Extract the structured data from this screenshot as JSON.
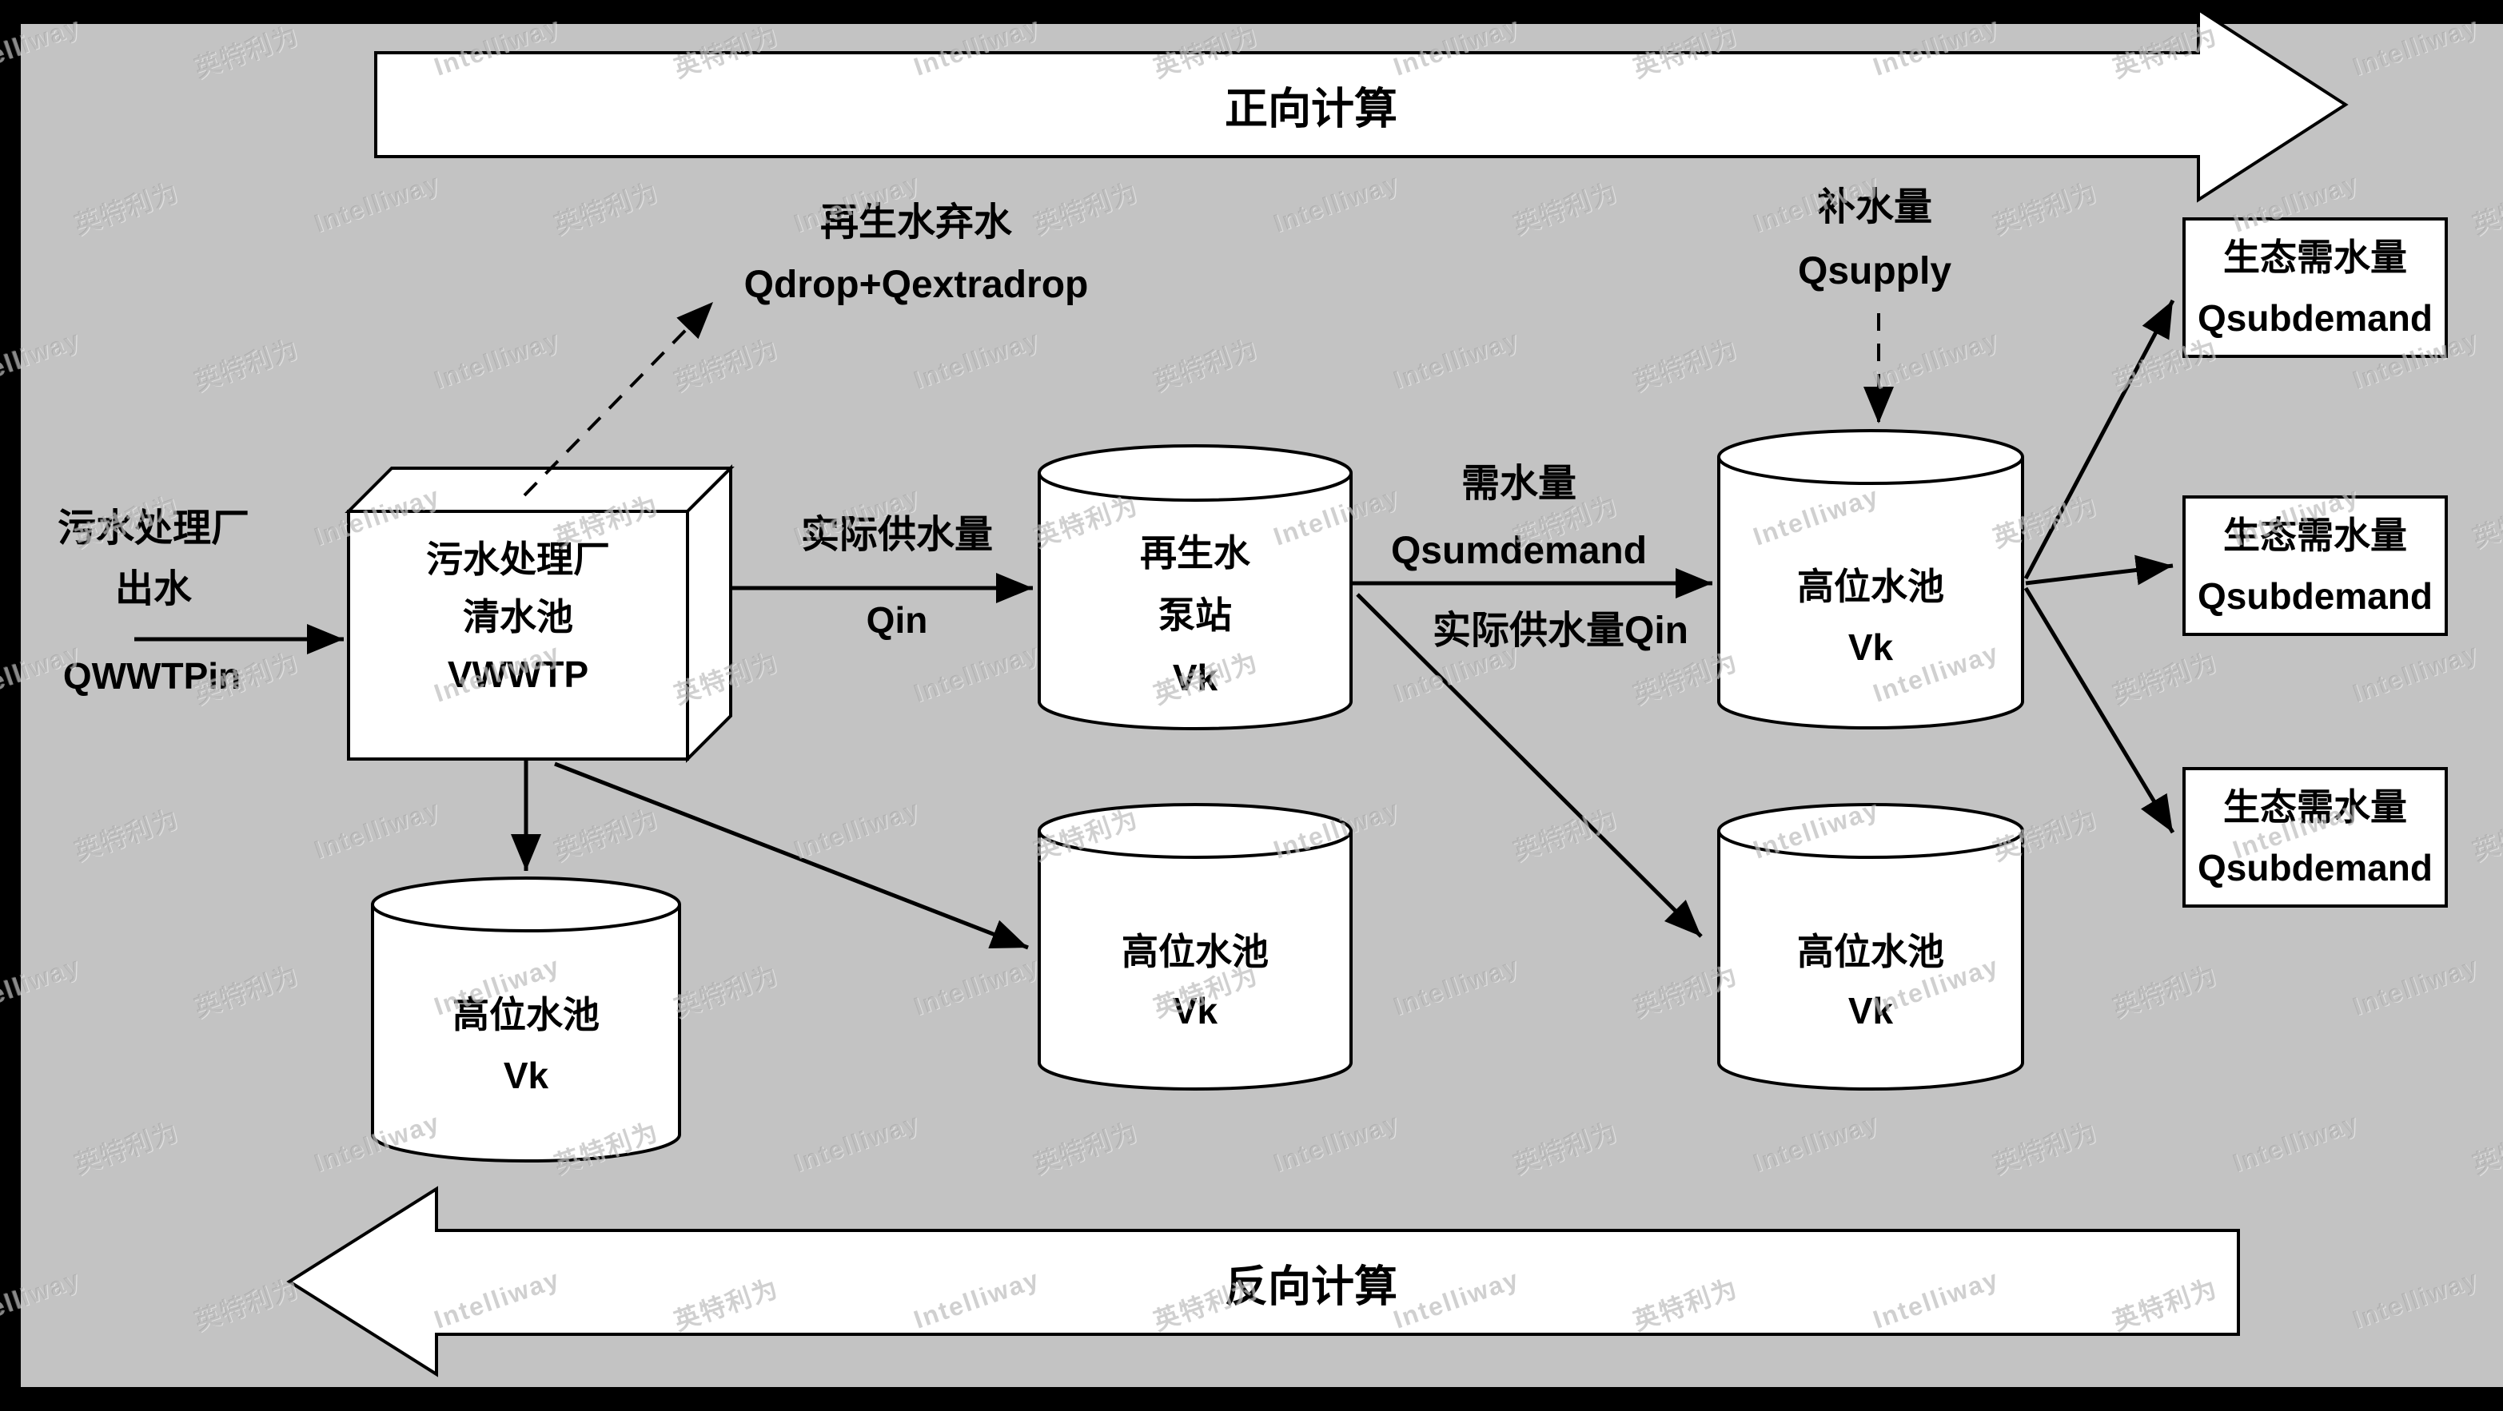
{
  "banners": {
    "forward": "正向计算",
    "backward": "反向计算"
  },
  "source": {
    "line1": "污水处理厂",
    "line2": "出水",
    "flow_var": "QWWTPin"
  },
  "wwtp_tank": {
    "line1": "污水处理厂",
    "line2": "清水池",
    "volume_var": "VWWTP"
  },
  "drop_label": {
    "line1": "再生水弃水",
    "line2": "Qdrop+Qextradrop"
  },
  "supply_to_pump": {
    "line1": "实际供水量",
    "line2": "Qin"
  },
  "pump_station": {
    "line1": "再生水",
    "line2": "泵站",
    "volume_var": "Vk"
  },
  "pump_to_tank": {
    "demand_cn": "需水量",
    "demand_var": "Qsumdemand",
    "actual_cn": "实际供水量Qin"
  },
  "replenish": {
    "line1": "补水量",
    "line2": "Qsupply"
  },
  "high_tank_main": {
    "name": "高位水池",
    "volume_var": "Vk"
  },
  "high_tank_left": {
    "name": "高位水池",
    "volume_var": "Vk"
  },
  "high_tank_mid": {
    "name": "高位水池",
    "volume_var": "Vk"
  },
  "high_tank_right": {
    "name": "高位水池",
    "volume_var": "Vk"
  },
  "eco_demands": {
    "box1": {
      "name": "生态需水量",
      "var": "Qsubdemand"
    },
    "box2": {
      "name": "生态需水量",
      "var": "Qsubdemand"
    },
    "box3": {
      "name": "生态需水量",
      "var": "Qsubdemand"
    }
  },
  "watermark": {
    "latin": "Intelliway",
    "cjk": "英特利为"
  },
  "colors": {
    "background": "#c3c3c3",
    "shape_fill": "#ffffff",
    "line": "#000000"
  }
}
